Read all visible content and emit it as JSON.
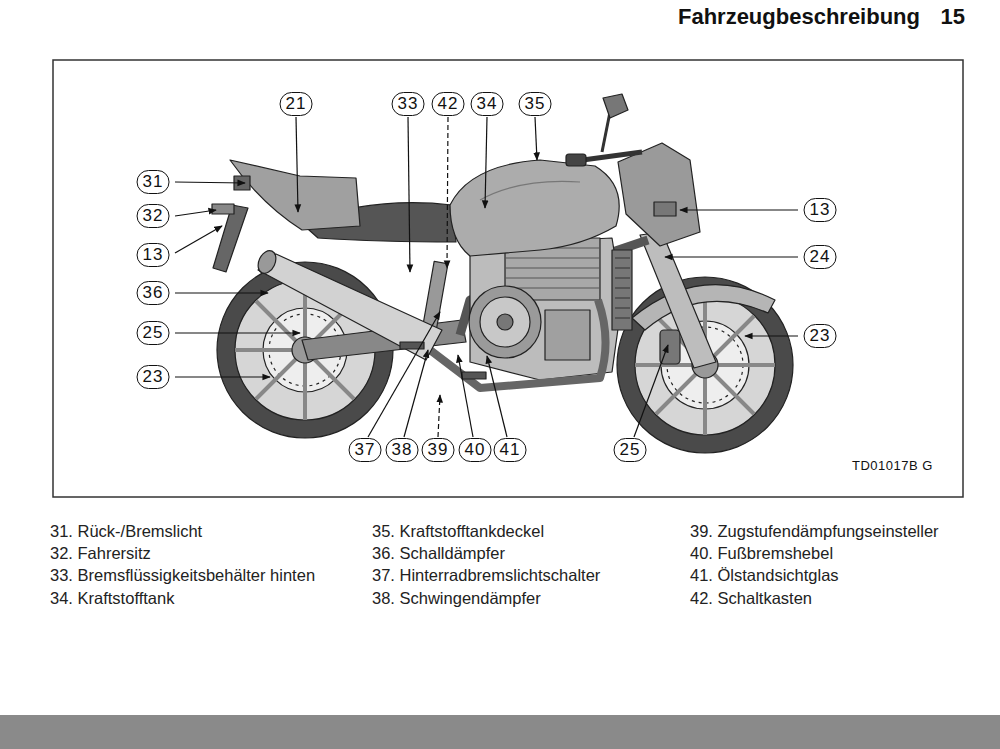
{
  "diagram": {
    "title": "Fahrzeugbeschreibung",
    "labels": [
      "15",
      "21",
      "33",
      "42",
      "34",
      "35",
      "31",
      "32",
      "13",
      "36",
      "25",
      "23",
      "13",
      "24",
      "23",
      "37",
      "38",
      "39",
      "40",
      "41",
      "25",
      "TD01017B G",
      "31. Rück-/Bremslicht",
      "32. Fahrersitz",
      "33. Bremsflüssigkeitsbehälter hinten",
      "34. Kraftstofftank",
      "35. Kraftstofftankdeckel",
      "36. Schalldämpfer",
      "37. Hinterradbremslichtschalter",
      "38. Schwingendämpfer",
      "39. Zugstufendämpfungseinsteller",
      "40. Fußbremshebel",
      "41. Ölstandsichtglas",
      "42. Schaltkasten"
    ]
  }
}
